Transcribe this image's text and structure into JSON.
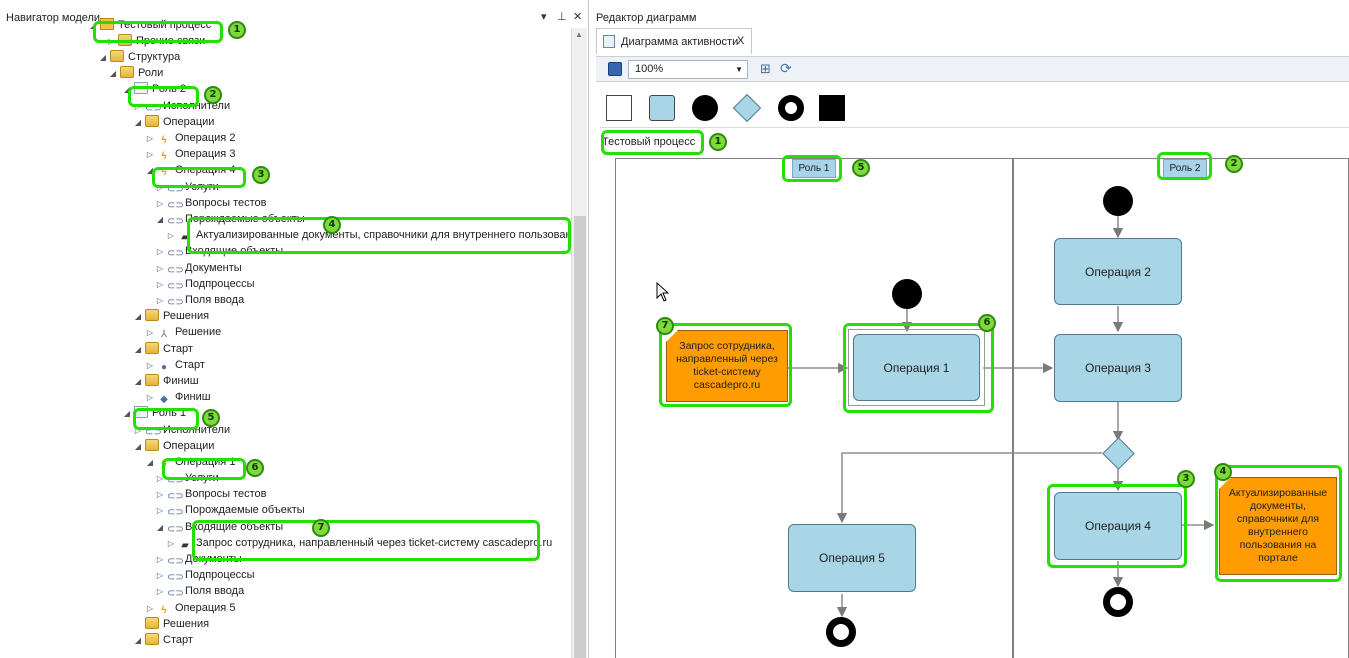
{
  "navigator": {
    "title": "Навигатор модели",
    "header_buttons": [
      "▾",
      "⊥",
      "✕"
    ],
    "tree": [
      {
        "label": "Тестовый процесс",
        "icon": "process-icon"
      },
      {
        "label": "Прочие связи",
        "icon": "folder-icon"
      },
      {
        "label": "Структура",
        "icon": "folder-icon"
      },
      {
        "label": "Роли",
        "icon": "folder-icon"
      },
      {
        "label": "Роль 2",
        "icon": "role-icon"
      },
      {
        "label": "Исполнители",
        "icon": "link-icon"
      },
      {
        "label": "Операции",
        "icon": "folder-icon"
      },
      {
        "label": "Операция 2",
        "icon": "operation-icon"
      },
      {
        "label": "Операция 3",
        "icon": "operation-icon"
      },
      {
        "label": "Операция 4",
        "icon": "operation-icon"
      },
      {
        "label": "Услуги",
        "icon": "link-icon"
      },
      {
        "label": "Вопросы тестов",
        "icon": "link-icon"
      },
      {
        "label": "Порождаемые объекты",
        "icon": "link-icon"
      },
      {
        "label": "Актуализированные документы, справочники для внутреннего пользования",
        "icon": "document-icon"
      },
      {
        "label": "Входящие объекты",
        "icon": "link-icon"
      },
      {
        "label": "Документы",
        "icon": "link-icon"
      },
      {
        "label": "Подпроцессы",
        "icon": "link-icon"
      },
      {
        "label": "Поля ввода",
        "icon": "link-icon"
      },
      {
        "label": "Решения",
        "icon": "folder-icon"
      },
      {
        "label": "Решение",
        "icon": "decision-icon"
      },
      {
        "label": "Старт",
        "icon": "folder-icon"
      },
      {
        "label": "Старт",
        "icon": "start-icon"
      },
      {
        "label": "Финиш",
        "icon": "folder-icon"
      },
      {
        "label": "Финиш",
        "icon": "finish-icon"
      },
      {
        "label": "Роль 1",
        "icon": "role-icon"
      },
      {
        "label": "Исполнители",
        "icon": "link-icon"
      },
      {
        "label": "Операции",
        "icon": "folder-icon"
      },
      {
        "label": "Операция 1",
        "icon": "operation-icon"
      },
      {
        "label": "Услуги",
        "icon": "link-icon"
      },
      {
        "label": "Вопросы тестов",
        "icon": "link-icon"
      },
      {
        "label": "Порождаемые объекты",
        "icon": "link-icon"
      },
      {
        "label": "Входящие объекты",
        "icon": "link-icon"
      },
      {
        "label": "Запрос сотрудника, направленный через ticket-систему cascadepro.ru",
        "icon": "document-icon"
      },
      {
        "label": "Документы",
        "icon": "link-icon"
      },
      {
        "label": "Подпроцессы",
        "icon": "link-icon"
      },
      {
        "label": "Поля ввода",
        "icon": "link-icon"
      },
      {
        "label": "Операция 5",
        "icon": "operation-icon"
      },
      {
        "label": "Решения",
        "icon": "folder-icon"
      },
      {
        "label": "Старт",
        "icon": "folder-icon"
      }
    ]
  },
  "editor": {
    "title": "Редактор диаграмм",
    "tab_label": "Диаграмма активности",
    "tab_close": "X",
    "zoom": "100%"
  },
  "diagram": {
    "process_label": "Тестовый процесс",
    "lanes": [
      "Роль 1",
      "Роль 2"
    ],
    "operations": [
      "Операция 1",
      "Операция 2",
      "Операция 3",
      "Операция 4",
      "Операция 5"
    ],
    "objects": [
      "Запрос сотрудника, направленный через ticket-систему cascadepro.ru",
      "Актуализированные документы, справочники для внутреннего пользования на портале"
    ]
  },
  "badges": [
    "1",
    "2",
    "3",
    "4",
    "5",
    "6",
    "7"
  ],
  "colors": {
    "highlight": "#22e000",
    "operation_fill": "#a8d6e6",
    "object_fill": "#ff9c00",
    "lane_label_fill": "#a7d4ea"
  }
}
